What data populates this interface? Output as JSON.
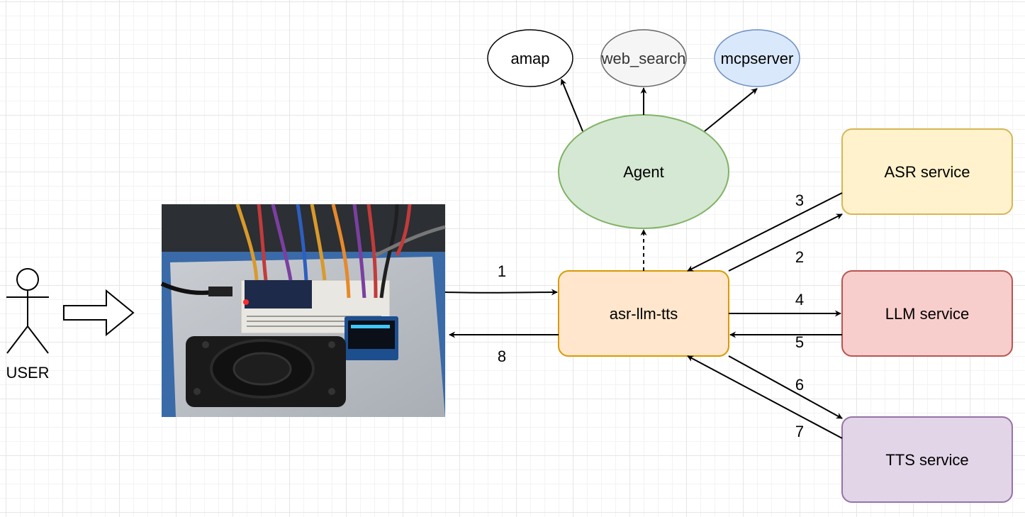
{
  "user": {
    "label": "USER"
  },
  "tools": [
    {
      "label": "amap",
      "fill": "#ffffff",
      "stroke": "#000000",
      "text_color": "#000000"
    },
    {
      "label": "web_search",
      "fill": "#f5f5f5",
      "stroke": "#666666",
      "text_color": "#333333"
    },
    {
      "label": "mcpserver",
      "fill": "#dae8fc",
      "stroke": "#6c8ebf",
      "text_color": "#000000"
    }
  ],
  "agent": {
    "label": "Agent",
    "fill": "#d5e8d4",
    "stroke": "#82b366"
  },
  "hub": {
    "label": "asr-llm-tts",
    "fill": "#ffe6cc",
    "stroke": "#d79b00"
  },
  "services": {
    "asr": {
      "label": "ASR service",
      "fill": "#fff2cc",
      "stroke": "#d6b656"
    },
    "llm": {
      "label": "LLM service",
      "fill": "#f8cecc",
      "stroke": "#b85450"
    },
    "tts": {
      "label": "TTS service",
      "fill": "#e1d5e7",
      "stroke": "#9673a6"
    }
  },
  "device_photo": {
    "description_icon": "hardware-device-photo"
  },
  "steps": [
    "1",
    "2",
    "3",
    "4",
    "5",
    "6",
    "7",
    "8"
  ]
}
